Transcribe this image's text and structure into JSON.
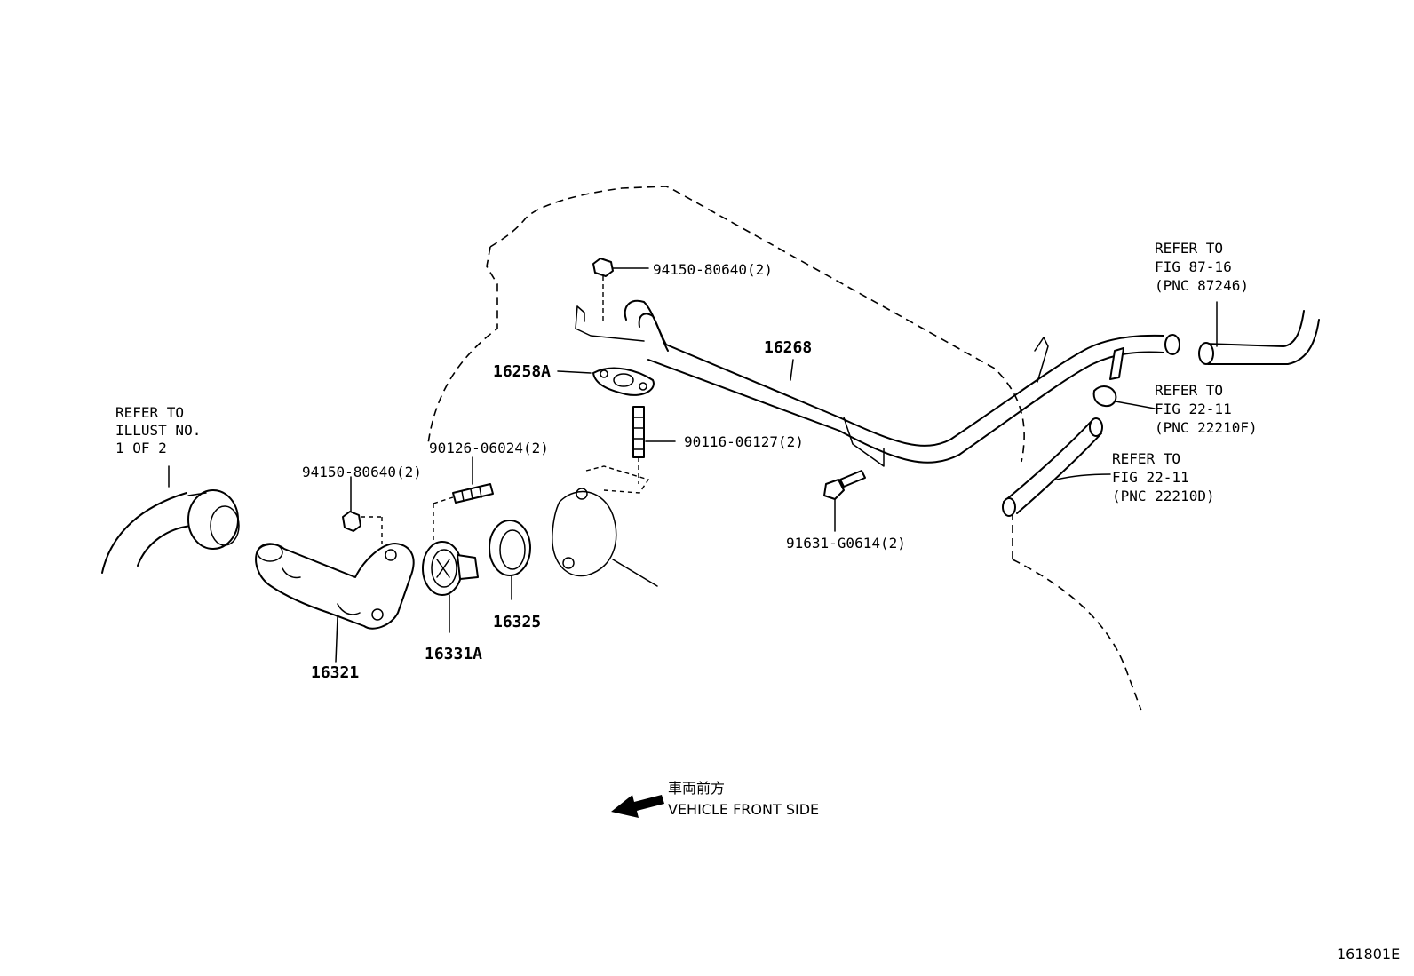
{
  "diagram_id": "161801E",
  "direction": {
    "jp": "車両前方",
    "en": "VEHICLE FRONT SIDE"
  },
  "references": {
    "illust": [
      "REFER TO",
      "ILLUST NO.",
      "1 OF 2"
    ],
    "fig_87_16": [
      "REFER  TO",
      "FIG 87-16",
      "(PNC 87246)"
    ],
    "fig_22_11_f": [
      "REFER  TO",
      "FIG 22-11",
      "(PNC 22210F)"
    ],
    "fig_22_11_d": [
      "REFER  TO",
      "FIG 22-11",
      "(PNC 22210D)"
    ]
  },
  "parts": {
    "nut_top": "94150-80640(2)",
    "pipe": "16268",
    "gasket_pipe": "16258A",
    "stud_right": "90116-06127(2)",
    "stud_left": "90126-06024(2)",
    "nut_left": "94150-80640(2)",
    "bolt": "91631-G0614(2)",
    "inlet": "16321",
    "thermostat": "16331A",
    "gasket": "16325"
  }
}
